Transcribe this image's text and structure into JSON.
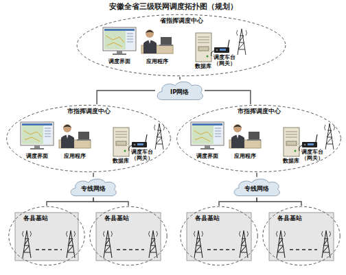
{
  "diagram": {
    "title": "安徽全省三级联网调度拓扑图（规划）",
    "nodes": [
      {
        "text": [
          "省指挥调度中心"
        ]
      },
      {
        "text": [
          "IP网络"
        ]
      },
      {
        "text": [
          "市指挥调度中心"
        ]
      },
      {
        "text": [
          "市指挥调度中心"
        ]
      },
      {
        "text": [
          "专线网络"
        ]
      },
      {
        "text": [
          "专线网络"
        ]
      },
      {
        "text": [
          "各县基站"
        ]
      },
      {
        "text": [
          "各县基站"
        ]
      },
      {
        "text": [
          "各县基站"
        ]
      },
      {
        "text": [
          "各县基站"
        ]
      }
    ],
    "edges": [
      {
        "from": 0,
        "to": 1,
        "arrow": "none"
      },
      {
        "from": 1,
        "to": 2,
        "arrow": "none"
      },
      {
        "from": 1,
        "to": 3,
        "arrow": "none"
      },
      {
        "from": 2,
        "to": 4,
        "arrow": "none"
      },
      {
        "from": 3,
        "to": 5,
        "arrow": "none"
      },
      {
        "from": 4,
        "to": 6,
        "arrow": "none"
      },
      {
        "from": 4,
        "to": 7,
        "arrow": "none"
      },
      {
        "from": 5,
        "to": 8,
        "arrow": "none"
      },
      {
        "from": 5,
        "to": 9,
        "arrow": "none"
      }
    ],
    "labels": [
      "调度界面",
      "应用程序",
      "数据库",
      "调度车台 （网关）",
      "调度界面",
      "应用程序",
      "数据库",
      "调度车台 （网关）",
      "调度界面",
      "应用程序",
      "数据库",
      "调度车台 （网关）"
    ]
  }
}
